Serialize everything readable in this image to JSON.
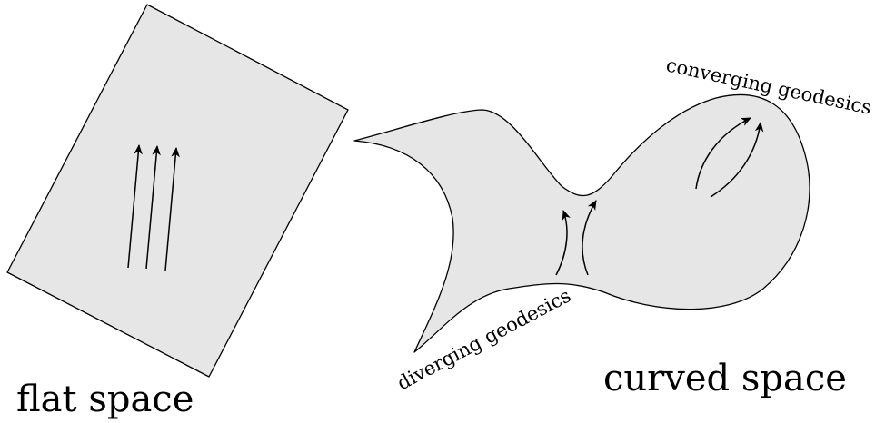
{
  "labels": {
    "flat_space": "flat space",
    "curved_space": "curved space",
    "converging_geodesics": "converging geodesics",
    "diverging_geodesics": "diverging geodesics"
  },
  "colors": {
    "surface_fill": "#e6e6e6",
    "stroke": "#000000",
    "background": "#ffffff"
  }
}
